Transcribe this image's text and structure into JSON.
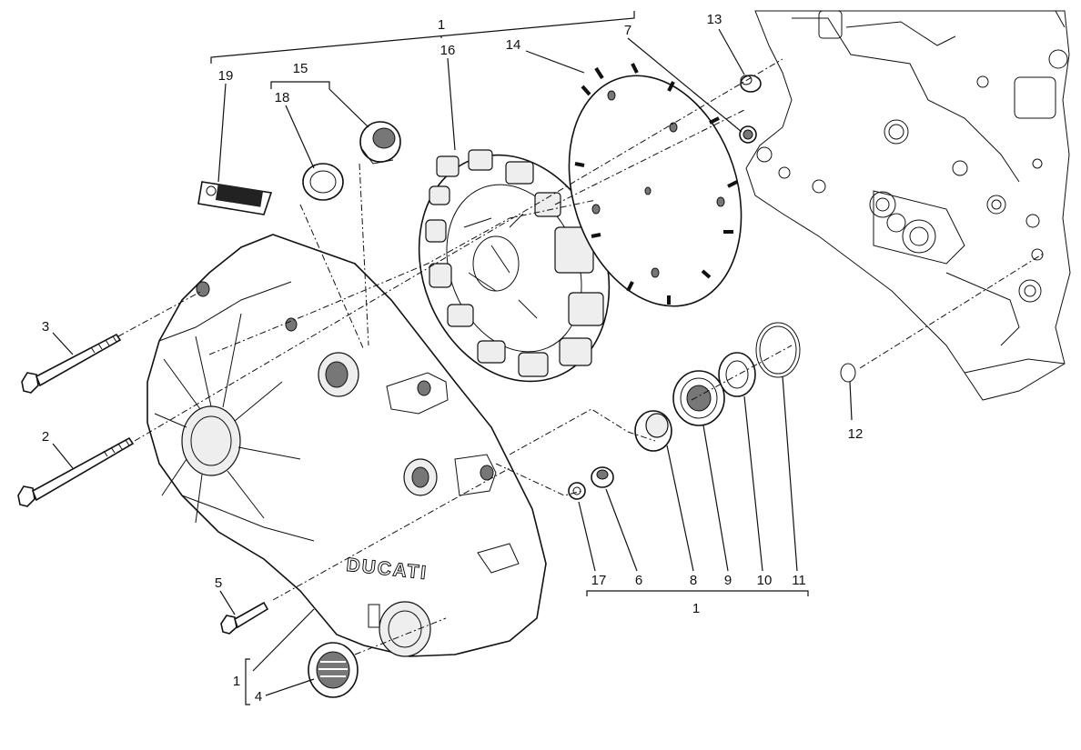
{
  "diagram": {
    "brand_text": "DUCATI",
    "callouts": [
      {
        "id": "c1-top",
        "text": "1"
      },
      {
        "id": "c19",
        "text": "19"
      },
      {
        "id": "c15",
        "text": "15"
      },
      {
        "id": "c18",
        "text": "18"
      },
      {
        "id": "c16",
        "text": "16"
      },
      {
        "id": "c14",
        "text": "14"
      },
      {
        "id": "c7",
        "text": "7"
      },
      {
        "id": "c13",
        "text": "13"
      },
      {
        "id": "c3",
        "text": "3"
      },
      {
        "id": "c2",
        "text": "2"
      },
      {
        "id": "c5",
        "text": "5"
      },
      {
        "id": "c1-bl",
        "text": "1"
      },
      {
        "id": "c4",
        "text": "4"
      },
      {
        "id": "c17",
        "text": "17"
      },
      {
        "id": "c6",
        "text": "6"
      },
      {
        "id": "c8",
        "text": "8"
      },
      {
        "id": "c9",
        "text": "9"
      },
      {
        "id": "c10",
        "text": "10"
      },
      {
        "id": "c11",
        "text": "11"
      },
      {
        "id": "c1-br",
        "text": "1"
      },
      {
        "id": "c12",
        "text": "12"
      }
    ]
  }
}
